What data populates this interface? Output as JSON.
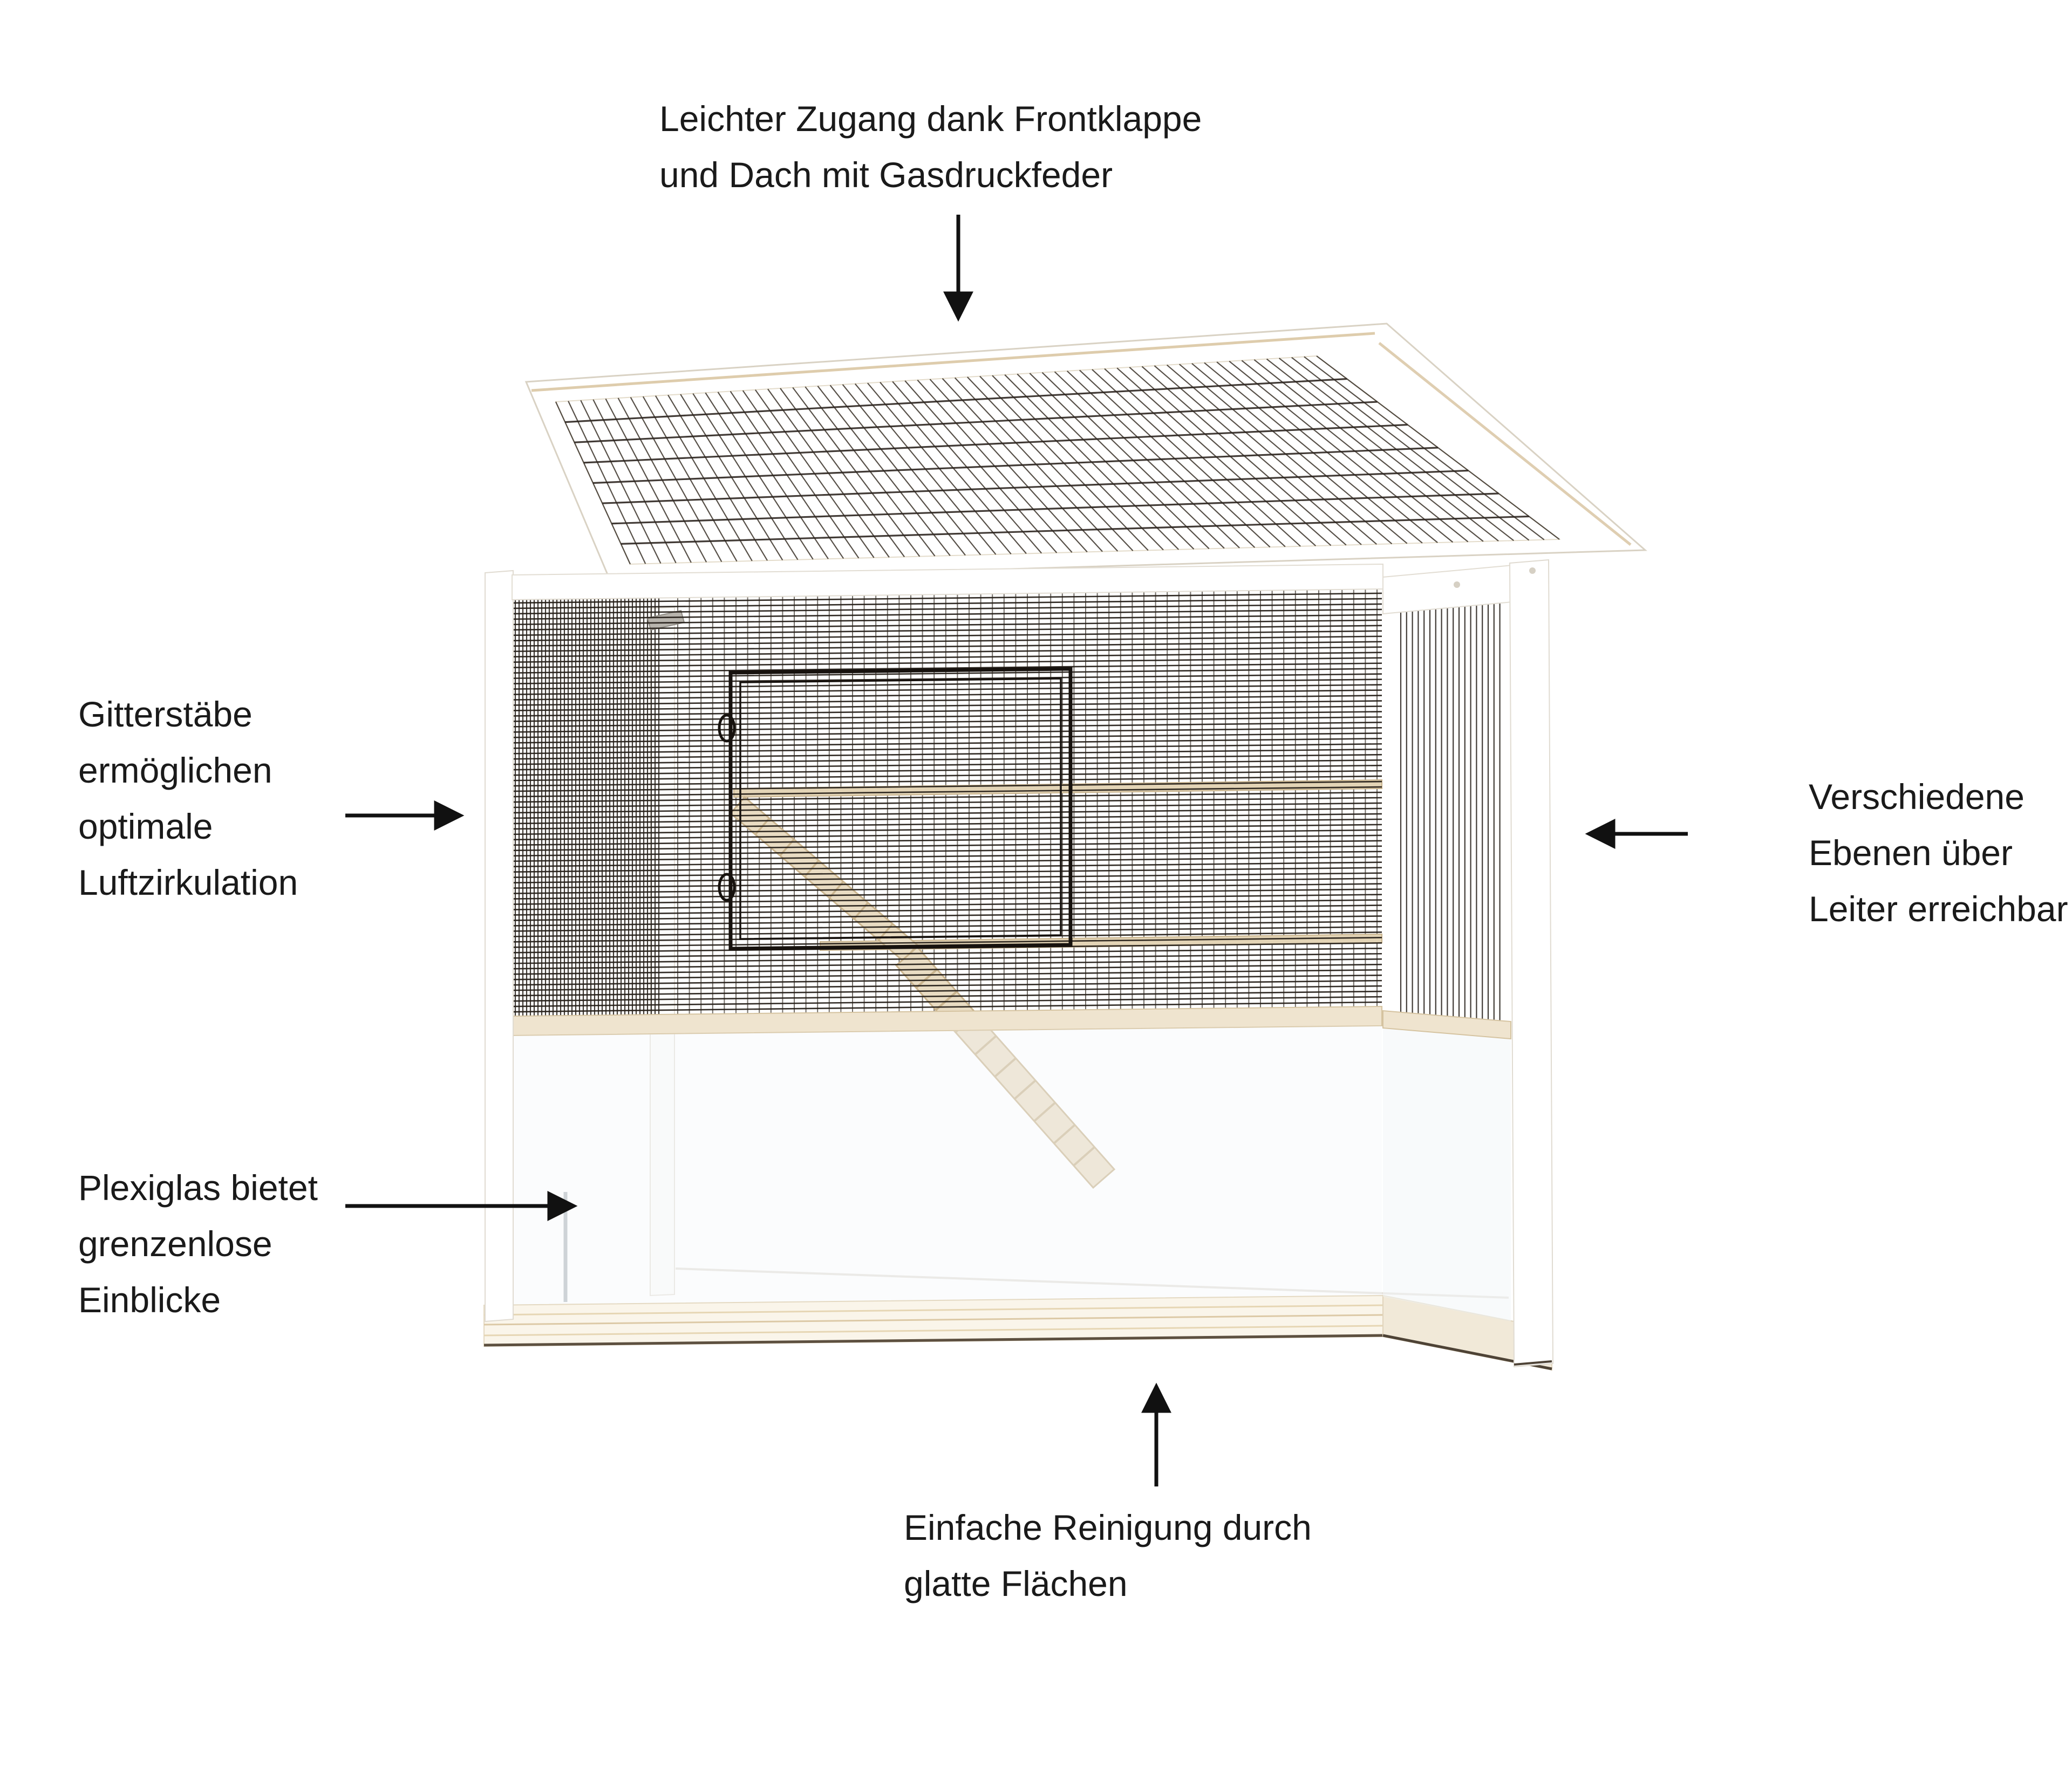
{
  "page": {
    "background": "#ffffff",
    "subject": "small-animal-cage-feature-diagram"
  },
  "colors": {
    "text": "#1a1a1a",
    "arrow": "#111111",
    "wire": "#262019",
    "wood": "#d9c5a3",
    "panel": "#ffffff"
  },
  "annotations": {
    "top": {
      "lines": [
        "Leichter Zugang dank Frontklappe",
        "und Dach mit Gasdruckfeder"
      ],
      "arrow": "down-arrow"
    },
    "bars": {
      "lines": [
        "Gitterstäbe",
        "ermöglichen",
        "optimale",
        "Luftzirkulation"
      ],
      "arrow": "right-arrow"
    },
    "levels": {
      "lines": [
        "Verschiedene",
        "Ebenen über",
        "Leiter erreichbar"
      ],
      "arrow": "left-arrow"
    },
    "plexi": {
      "lines": [
        "Plexiglas bietet",
        "grenzenlose",
        "Einblicke"
      ],
      "arrow": "right-arrow"
    },
    "cleaning": {
      "lines": [
        "Einfache Reinigung durch",
        "glatte Flächen"
      ],
      "arrow": "up-arrow"
    }
  }
}
